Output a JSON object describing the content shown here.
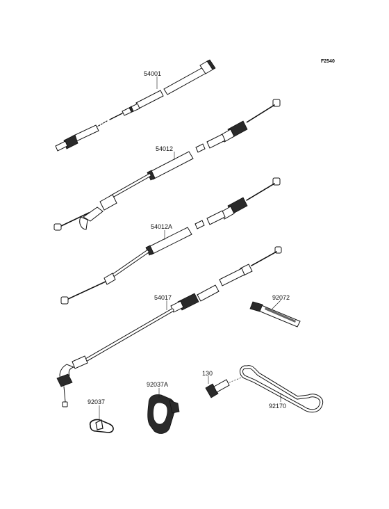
{
  "figure_code": "F2540",
  "parts": {
    "p54001": "54001",
    "p54012": "54012",
    "p54012A": "54012A",
    "p54017": "54017",
    "p92072": "92072",
    "p130": "130",
    "p92037A": "92037A",
    "p92037": "92037",
    "p92170": "92170"
  }
}
